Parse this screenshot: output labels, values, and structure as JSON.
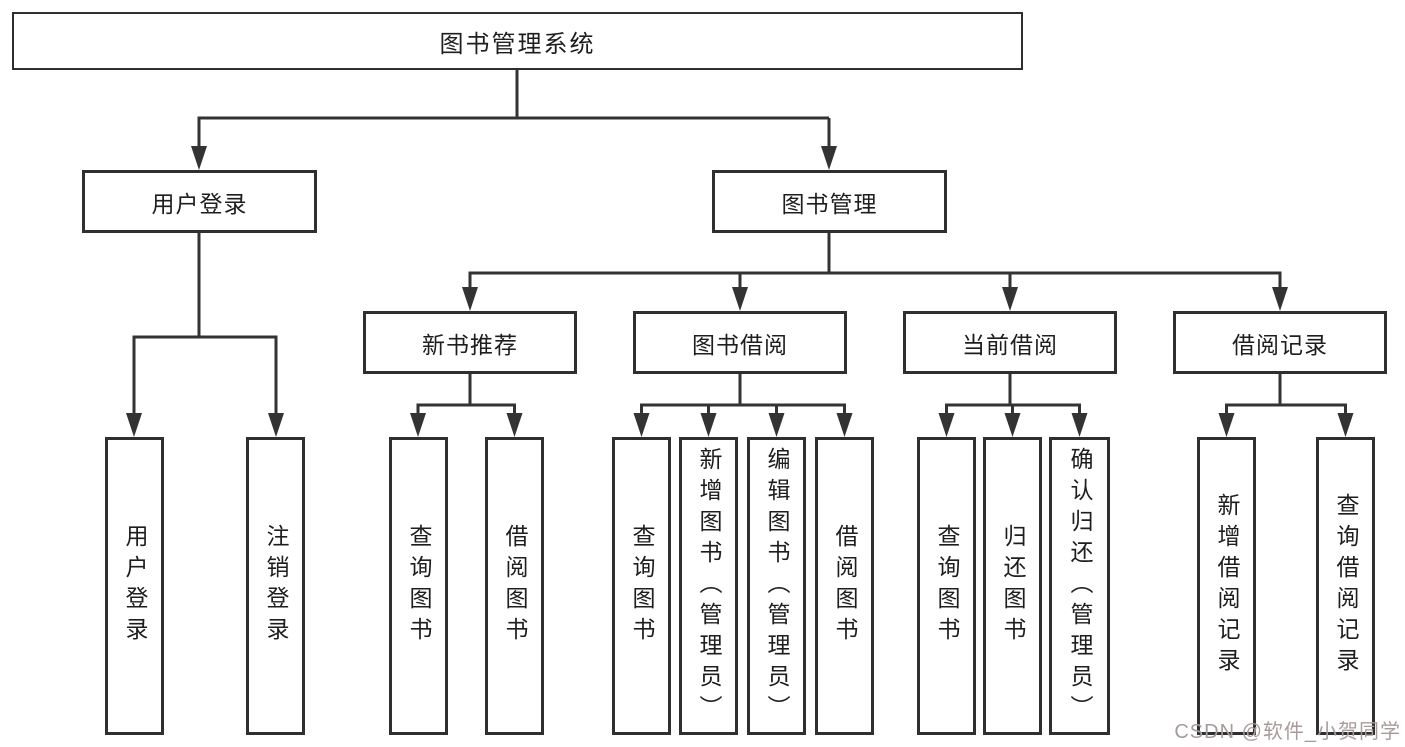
{
  "diagram": {
    "root": {
      "label": "图书管理系统"
    },
    "level1": [
      {
        "label": "用户登录",
        "children": [
          {
            "label": "用户登录"
          },
          {
            "label": "注销登录"
          }
        ]
      },
      {
        "label": "图书管理"
      }
    ],
    "sections": [
      {
        "label": "新书推荐",
        "children": [
          {
            "label": "查询图书"
          },
          {
            "label": "借阅图书"
          }
        ]
      },
      {
        "label": "图书借阅",
        "children": [
          {
            "label": "查询图书"
          },
          {
            "label": "新增图书（管理员）"
          },
          {
            "label": "编辑图书（管理员）"
          },
          {
            "label": "借阅图书"
          }
        ]
      },
      {
        "label": "当前借阅",
        "children": [
          {
            "label": "查询图书"
          },
          {
            "label": "归还图书"
          },
          {
            "label": "确认归还（管理员）"
          }
        ]
      },
      {
        "label": "借阅记录",
        "children": [
          {
            "label": "新增借阅记录"
          },
          {
            "label": "查询借阅记录"
          }
        ]
      }
    ]
  },
  "watermark": {
    "text": "CSDN @软件_小贺同学"
  },
  "colors": {
    "line": "#333333",
    "box_border": "#2f2f2f",
    "box_background": "#ffffff",
    "text": "#1e1e1e",
    "watermark": "#a89b9b"
  }
}
